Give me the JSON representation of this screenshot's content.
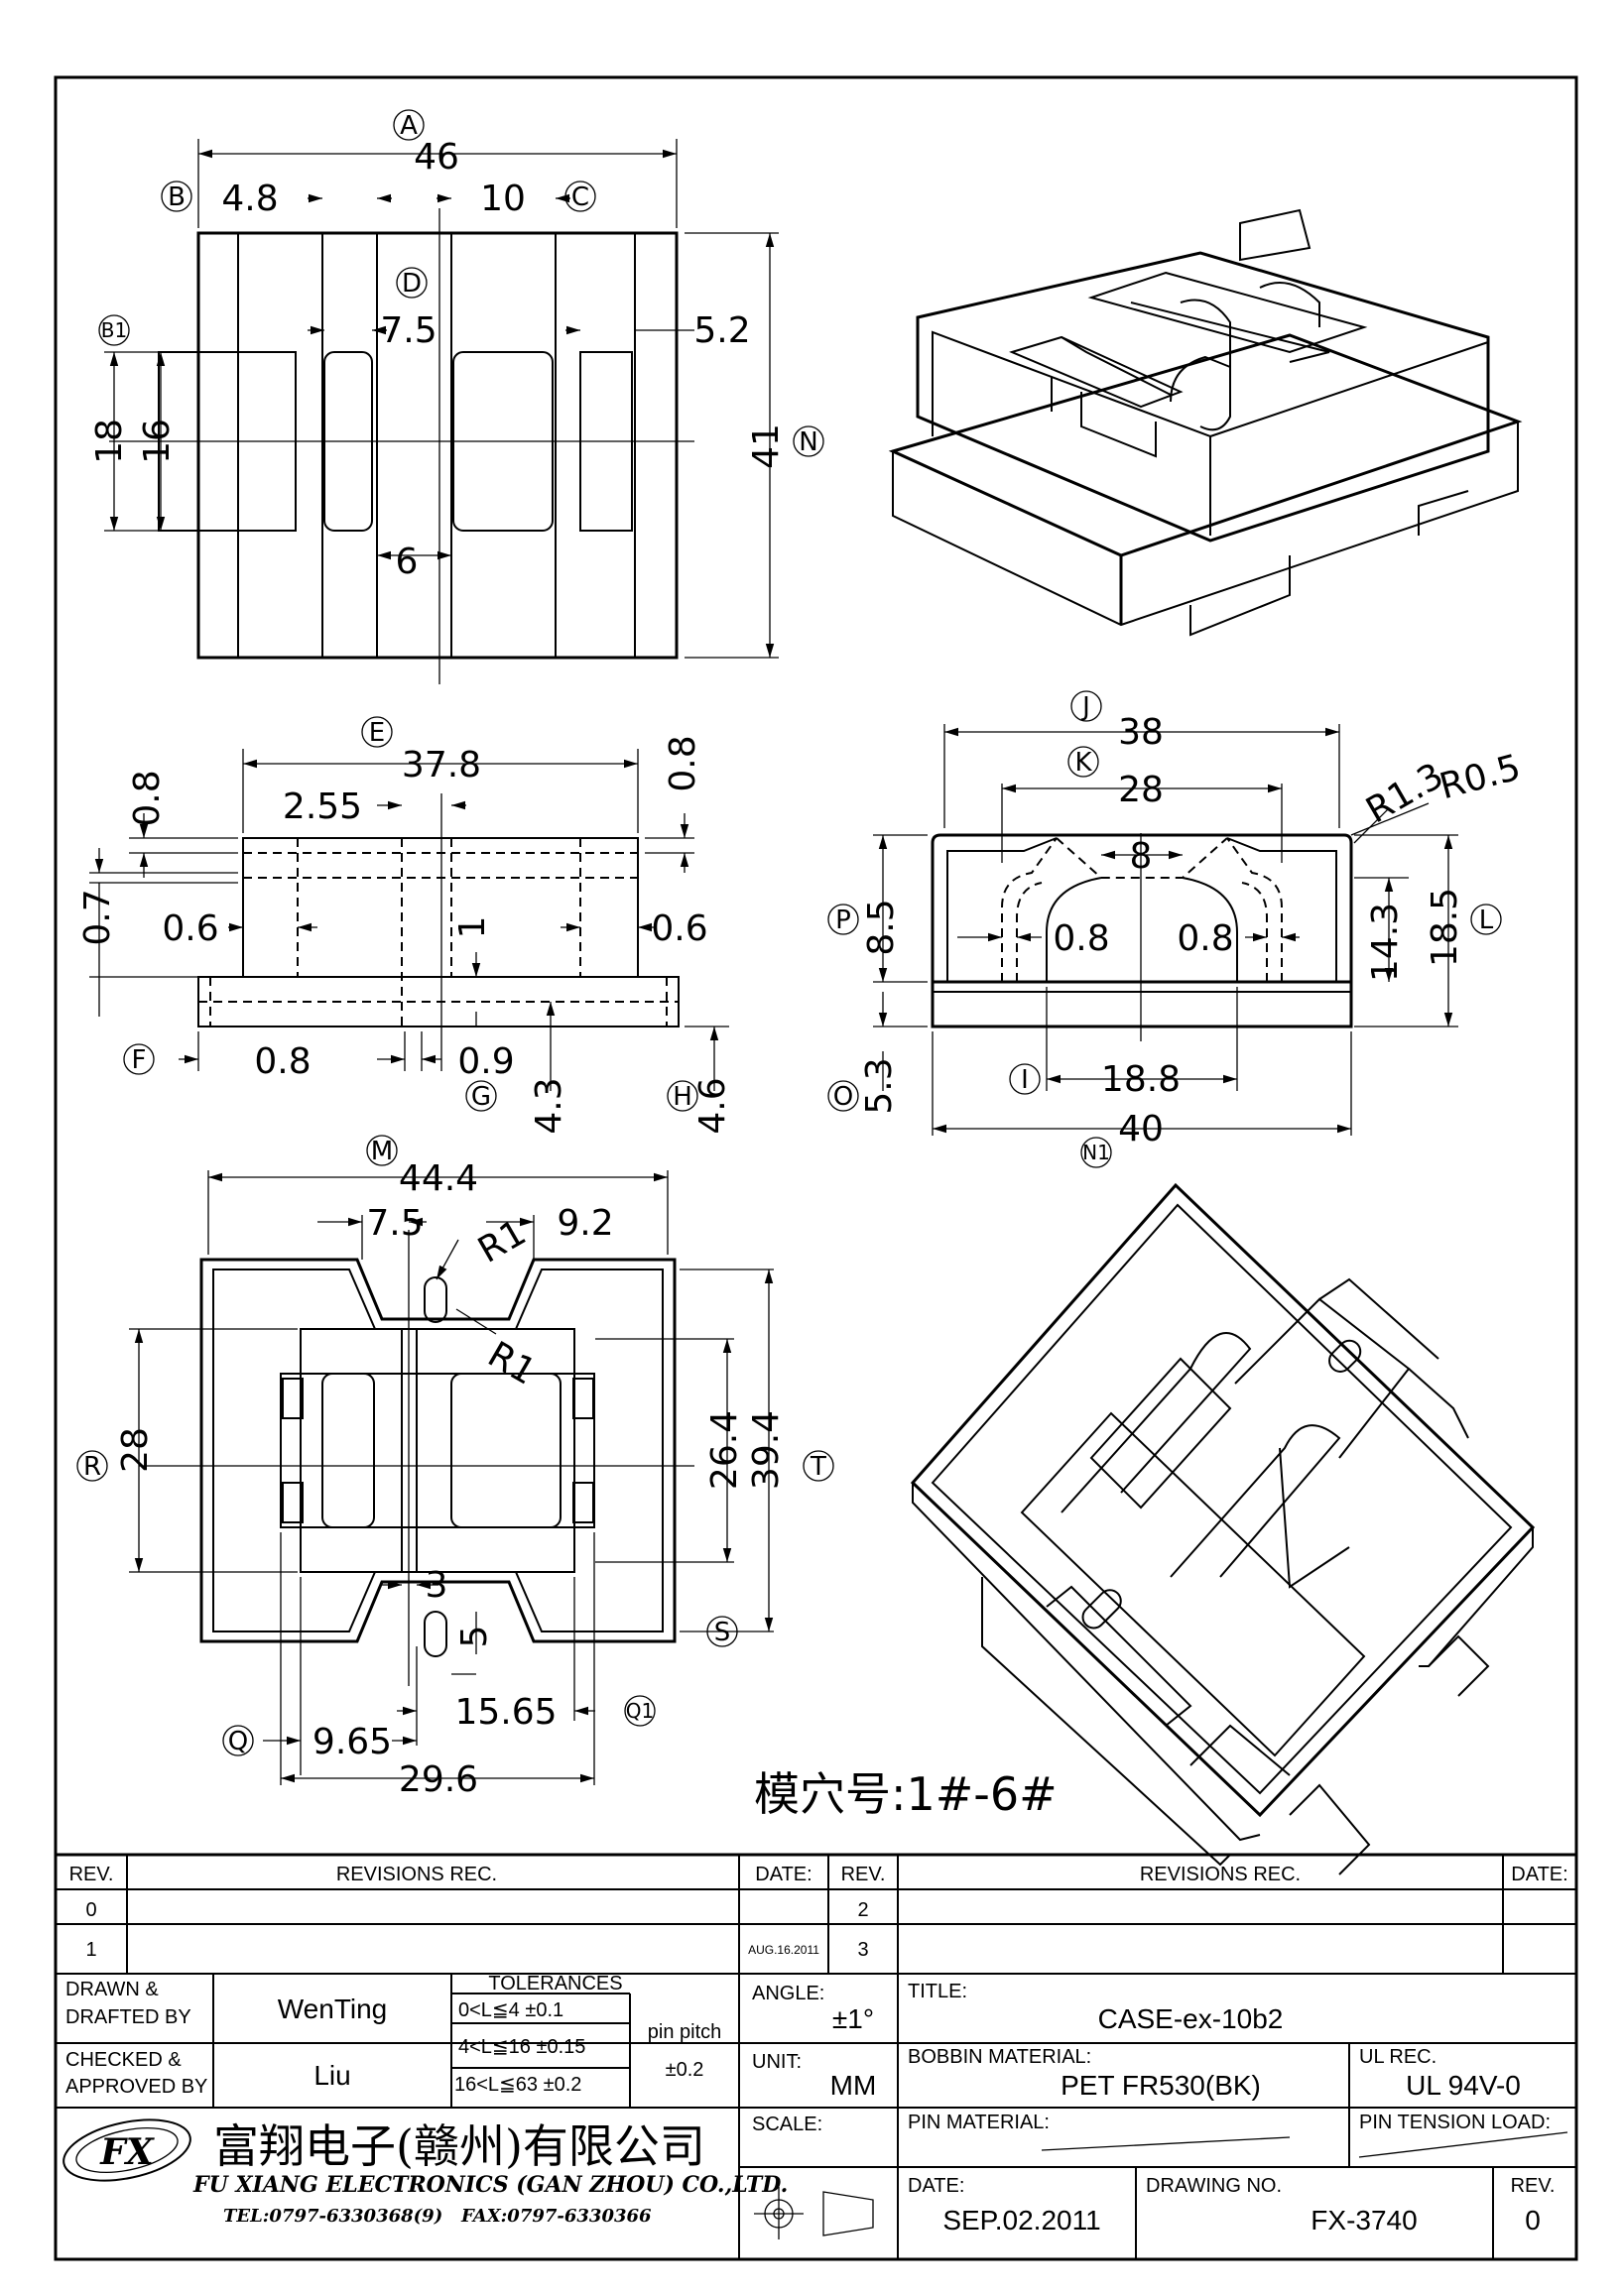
{
  "top_view": {
    "dims": {
      "A_46": "46",
      "B_4_8": "4.8",
      "C_10": "10",
      "D_7_5": "7.5",
      "B1_5_2": "5.2",
      "d18": "18",
      "d16": "16",
      "d6": "6",
      "N_41": "41"
    },
    "circles": {
      "A": "A",
      "B": "B",
      "C": "C",
      "D": "D",
      "B1": "B1",
      "N": "N"
    }
  },
  "front_view": {
    "dims": {
      "E_37_8": "37.8",
      "d0_8a": "0.8",
      "d2_55": "2.55",
      "d0_8b": "0.8",
      "d0_7": "0.7",
      "d0_6a": "0.6",
      "d1": "1",
      "d0_6b": "0.6",
      "F_0_8": "0.8",
      "G_0_9": "0.9",
      "d4_3": "4.3",
      "H_4_6": "4.6"
    },
    "circles": {
      "E": "E",
      "F": "F",
      "G": "G",
      "H": "H"
    }
  },
  "side_view": {
    "dims": {
      "J_38": "38",
      "K_28": "28",
      "R1_3": "R1.3",
      "R0_5": "R0.5",
      "d8": "8",
      "P_8_5": "8.5",
      "d0_8a": "0.8",
      "d0_8b": "0.8",
      "d14_3": "14.3",
      "L_18_5": "18.5",
      "O_5_3": "5.3",
      "I_18_8": "18.8",
      "N1_40": "40"
    },
    "circles": {
      "J": "J",
      "K": "K",
      "P": "P",
      "L": "L",
      "O": "O",
      "I": "I",
      "N1": "N1"
    }
  },
  "bottom_view": {
    "dims": {
      "M_44_4": "44.4",
      "d7_5": "7.5",
      "d9_2": "9.2",
      "R1a": "R1",
      "R1b": "R1",
      "R_28": "28",
      "d26_4": "26.4",
      "T_39_4": "39.4",
      "d3": "3",
      "d5": "5",
      "d15_65": "15.65",
      "Q_9_65": "9.65",
      "d29_6": "29.6"
    },
    "circles": {
      "M": "M",
      "R": "R",
      "T": "T",
      "S": "S",
      "Q": "Q",
      "Q1": "Q1"
    }
  },
  "mold_cavity": "模穴号:1#-6#",
  "title_block": {
    "rev_header_left": "REV.",
    "revisions_left": "REVISIONS   REC.",
    "date_header": "DATE:",
    "rev_header_mid": "REV.",
    "revisions_right": "REVISIONS   REC.",
    "date_header_right": "DATE:",
    "rev_rows_left": [
      "0",
      "1"
    ],
    "rev_row1_date": "AUG.16.2011",
    "rev_rows_mid": [
      "2",
      "3"
    ],
    "drawn_label": "DRAWN &\nDRAFTED BY",
    "drawn_label_1": "DRAWN &",
    "drawn_label_2": "DRAFTED BY",
    "drawn_by": "WenTing",
    "checked_label_1": "CHECKED &",
    "checked_label_2": "APPROVED BY",
    "checked_by": "Liu",
    "tolerances_label": "TOLERANCES",
    "tol_rows": [
      "0<L≦4    ±0.1",
      "4<L≦16  ±0.15",
      "16<L≦63  ±0.2"
    ],
    "pin_pitch_label": "pin  pitch",
    "pin_pitch_value": "±0.2",
    "angle_label": "ANGLE:",
    "angle_value": "±1°",
    "unit_label": "UNIT:",
    "unit_value": "MM",
    "scale_label": "SCALE:",
    "title_label": "TITLE:",
    "title_value": "CASE-ex-10b2",
    "bobbin_label": "BOBBIN  MATERIAL:",
    "bobbin_value": "PET  FR530(BK)",
    "ul_label": "UL  REC.",
    "ul_value": "UL  94V-0",
    "pin_material_label": "PIN  MATERIAL:",
    "pin_tension_label": "PIN  TENSION  LOAD:",
    "date_label": "DATE:",
    "date_value": "SEP.02.2011",
    "drawing_no_label": "DRAWING  NO.",
    "drawing_no_value": "FX-3740",
    "rev_label": "REV.",
    "rev_value": "0",
    "company_cn": "富翔电子(赣州)有限公司",
    "company_en": "FU XIANG ELECTRONICS (GAN ZHOU) CO.,LTD.",
    "tel": "TEL:0797-6330368(9)",
    "fax": "FAX:0797-6330366",
    "logo_text": "FX"
  }
}
